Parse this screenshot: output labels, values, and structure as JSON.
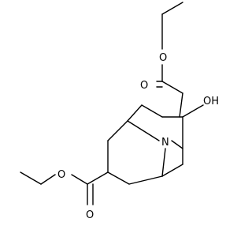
{
  "molecule": {
    "atoms": [
      {
        "id": "n1",
        "symbol": "N"
      },
      {
        "id": "o_ether_top",
        "symbol": "O"
      },
      {
        "id": "o_carbonyl_top",
        "symbol": "O"
      },
      {
        "id": "o_hydroxyl",
        "symbol": "OH"
      },
      {
        "id": "o_ether_bottom",
        "symbol": "O"
      },
      {
        "id": "o_carbonyl_bottom",
        "symbol": "O"
      }
    ],
    "colors": {
      "bond": "#000000",
      "text": "#000000",
      "background": "#ffffff"
    }
  }
}
